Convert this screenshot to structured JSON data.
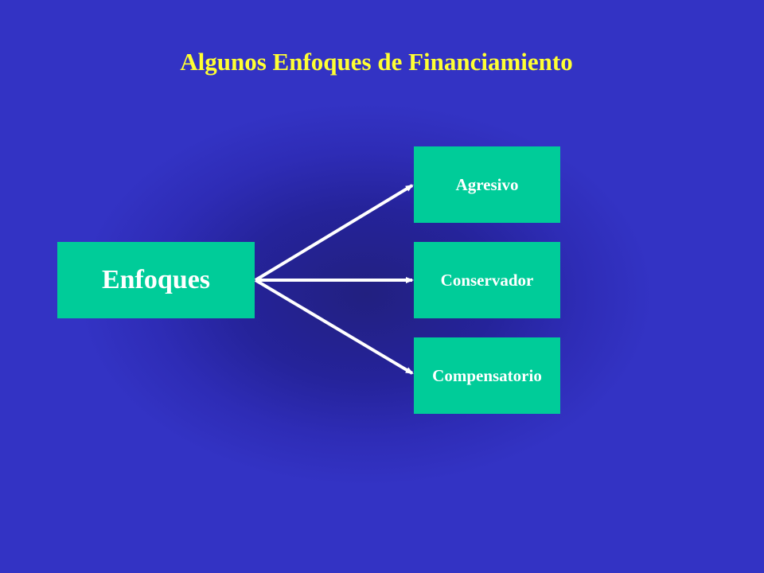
{
  "slide": {
    "title": "Algunos Enfoques de Financiamiento",
    "source_node": "Enfoques",
    "targets": [
      "Agresivo",
      "Conservador",
      "Compensatorio"
    ]
  },
  "colors": {
    "background": "#3333c4",
    "title": "#ffff33",
    "box_fill": "#00cc99",
    "box_text": "#ffffff",
    "arrow": "#ffffff"
  }
}
